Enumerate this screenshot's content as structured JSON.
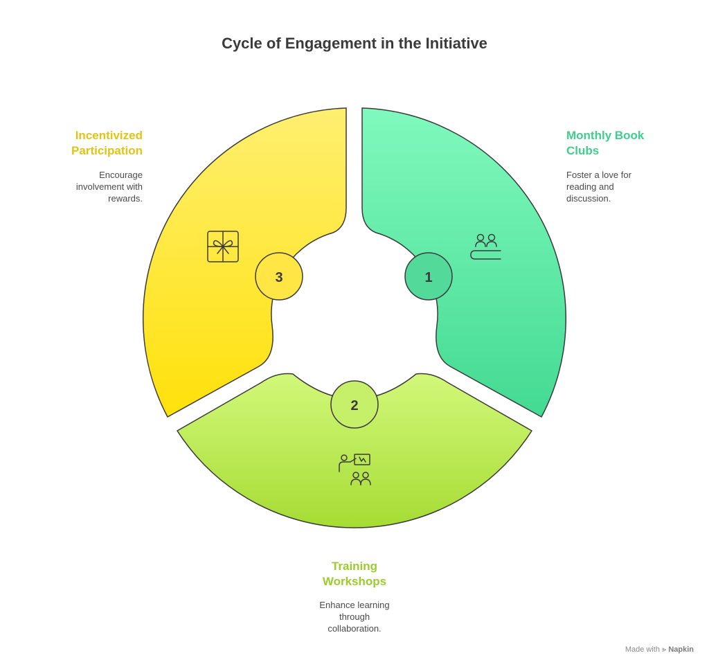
{
  "title": "Cycle of Engagement in the Initiative",
  "segments": [
    {
      "number": "1",
      "heading_line1": "Monthly Book",
      "heading_line2": "Clubs",
      "desc_line1": "Foster a love for",
      "desc_line2": "reading and",
      "desc_line3": "discussion.",
      "color": "#3fd693",
      "color_light": "#80f7bc",
      "icon": "people-at-table-icon"
    },
    {
      "number": "2",
      "heading_line1": "Training",
      "heading_line2": "Workshops",
      "desc_line1": "Enhance learning",
      "desc_line2": "through",
      "desc_line3": "collaboration.",
      "color": "#a9dd3a",
      "color_light": "#cdf76e",
      "icon": "presenter-audience-icon"
    },
    {
      "number": "3",
      "heading_line1": "Incentivized",
      "heading_line2": "Participation",
      "desc_line1": "Encourage",
      "desc_line2": "involvement with",
      "desc_line3": "rewards.",
      "color": "#f4d60e",
      "color_light": "#fff06a",
      "icon": "gift-icon"
    }
  ],
  "footer": {
    "made_with": "Made with",
    "brand": "Napkin"
  }
}
